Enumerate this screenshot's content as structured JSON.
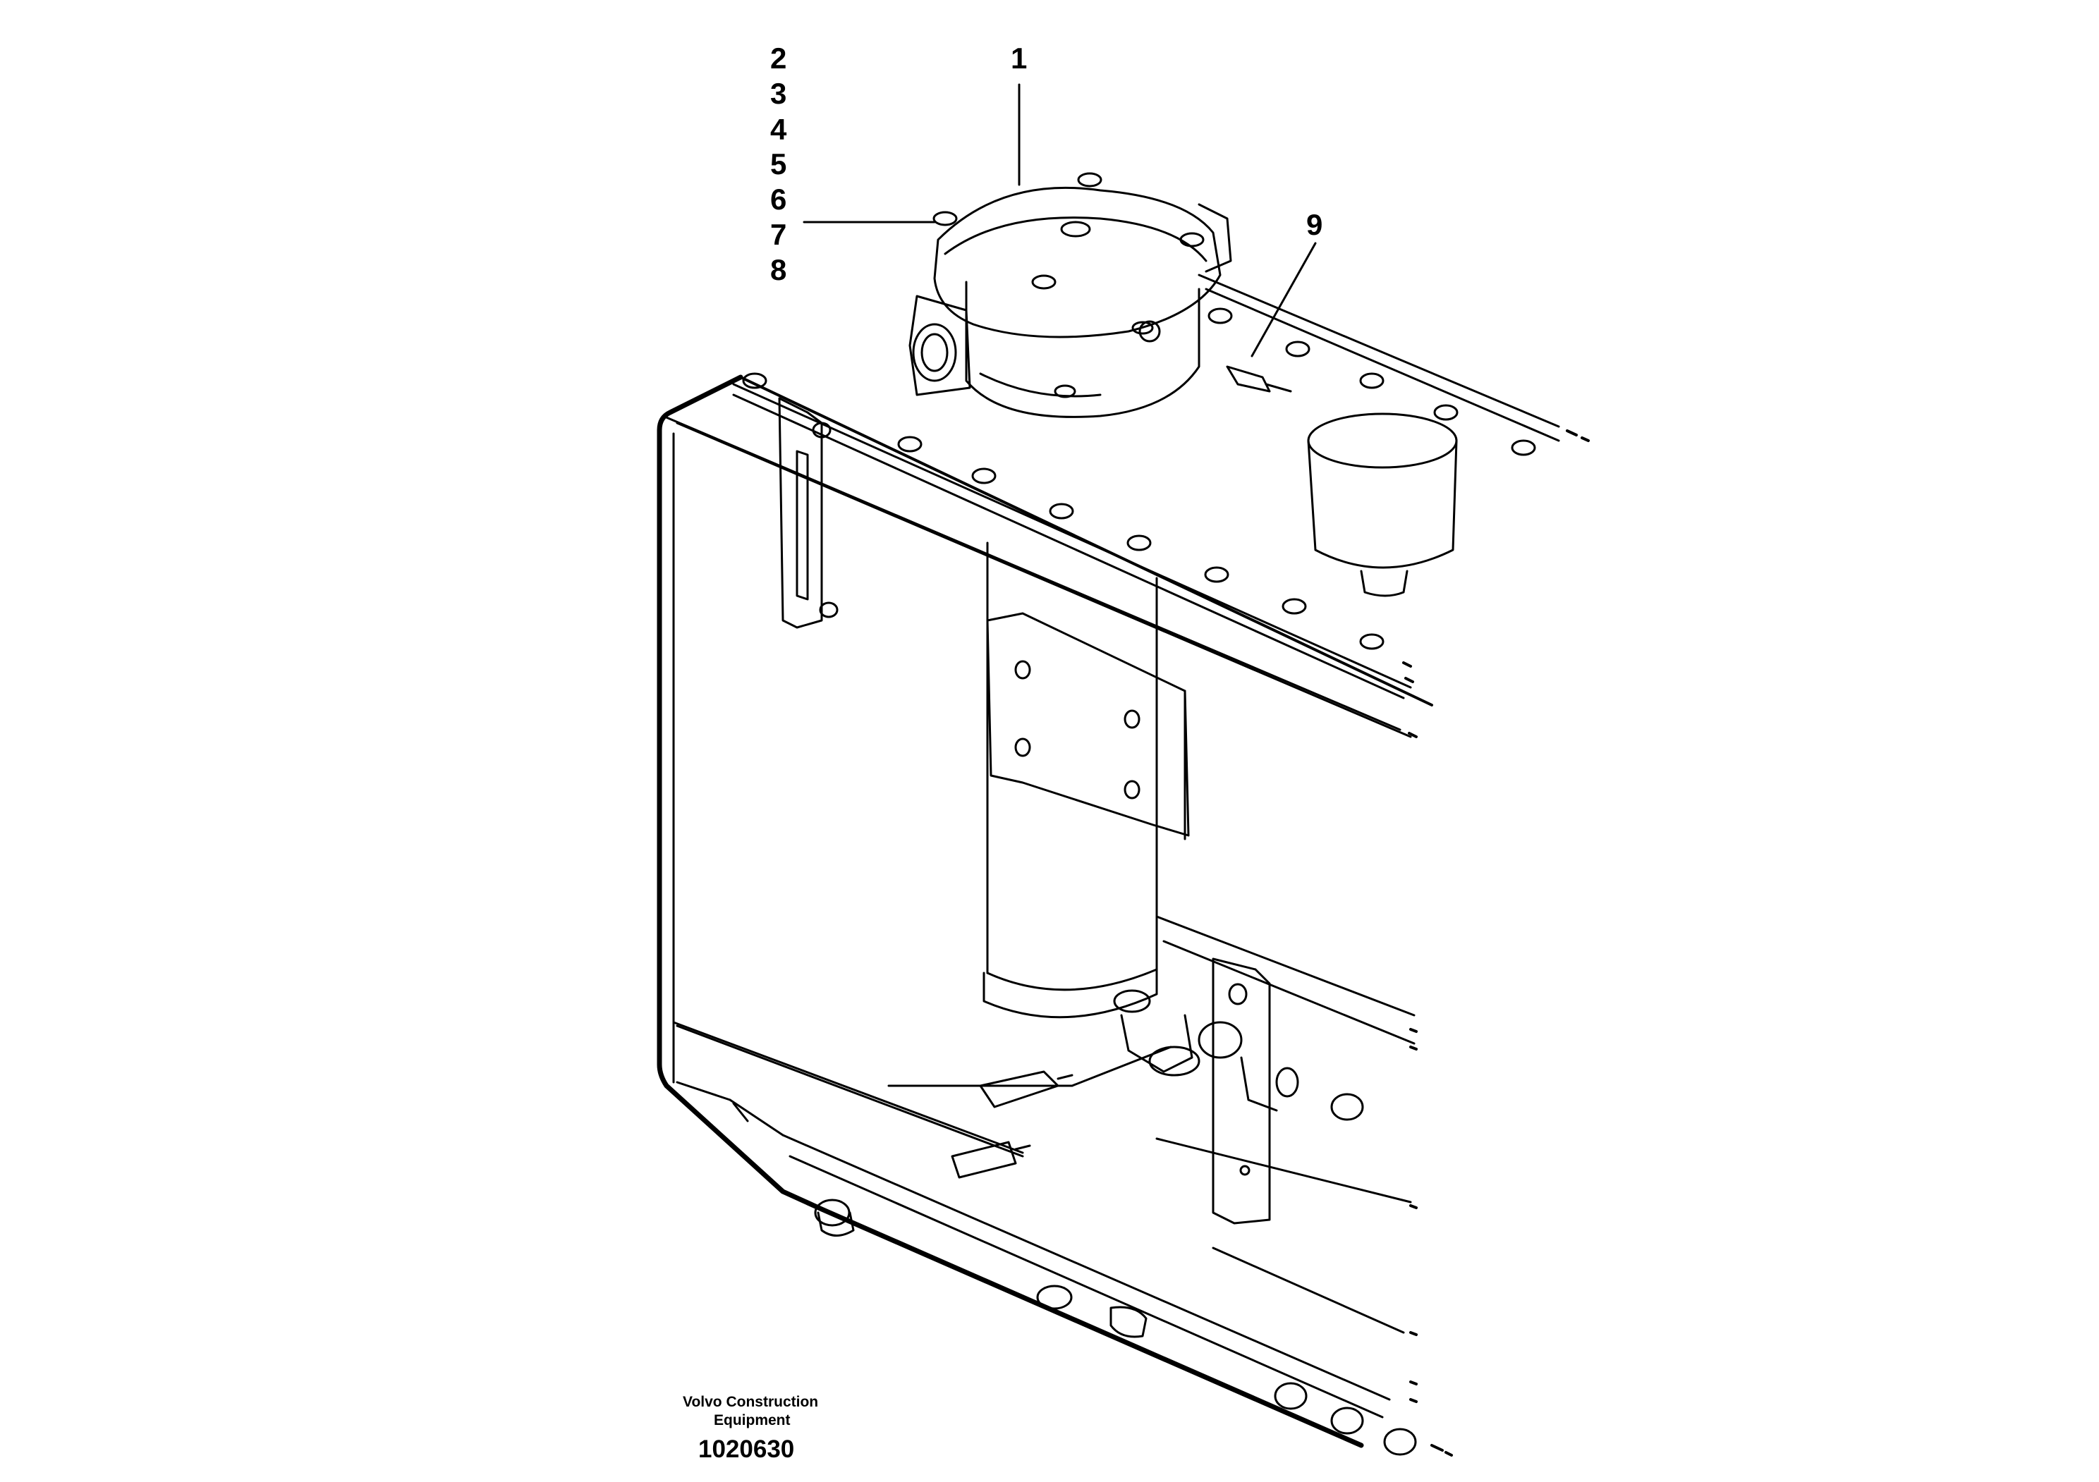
{
  "callouts": {
    "c1": "1",
    "c2": "2",
    "c3": "3",
    "c4": "4",
    "c5": "5",
    "c6": "6",
    "c7": "7",
    "c8": "8",
    "c9": "9"
  },
  "footer": {
    "brand_line1": "Volvo Construction",
    "brand_line2": "Equipment",
    "figure_number": "1020630"
  },
  "colors": {
    "ink": "#000000",
    "paper": "#ffffff"
  }
}
